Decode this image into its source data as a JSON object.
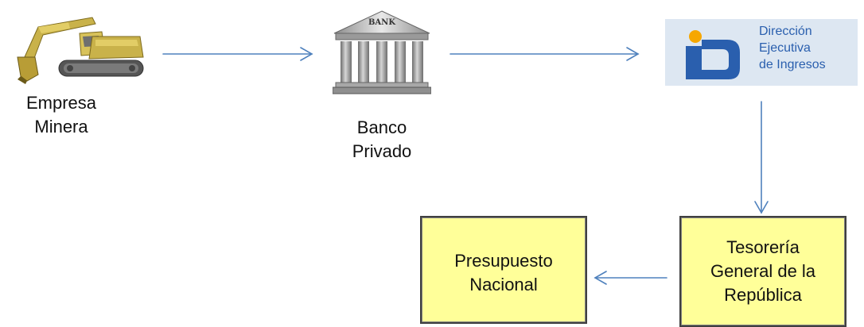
{
  "nodes": {
    "empresa": {
      "lines": [
        "Empresa",
        "Minera"
      ],
      "icon": "excavator-icon"
    },
    "banco": {
      "lines": [
        "Banco",
        "Privado"
      ],
      "icon": "bank-building-icon",
      "sign": "BANK"
    },
    "dei": {
      "logo_lines": [
        "Dirección",
        "Ejecutiva",
        "de Ingresos"
      ],
      "icon": "dei-logo-icon"
    },
    "tesoreria": {
      "lines": [
        "Tesorería",
        "General de la",
        "República"
      ]
    },
    "presupuesto": {
      "lines": [
        "Presupuesto",
        "Nacional"
      ]
    }
  },
  "colors": {
    "arrow": "#4f81bd",
    "box_fill": "#ffff99",
    "box_border": "#404040",
    "dei_blue": "#2a5fae",
    "dei_orange": "#f6a700",
    "excavator": "#c9b24a"
  }
}
